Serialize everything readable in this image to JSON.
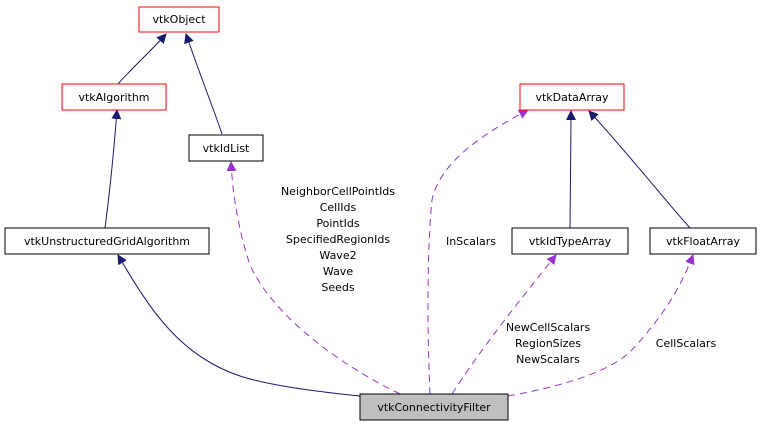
{
  "colors": {
    "inherit_edge": "#191970",
    "usage_edge": "#9a32cd",
    "external_border": "#ff0000",
    "normal_border": "#000000",
    "focus_fill": "#bfbfbf",
    "node_fill": "#ffffff"
  },
  "nodes": {
    "vtkObject": "vtkObject",
    "vtkAlgorithm": "vtkAlgorithm",
    "vtkIdList": "vtkIdList",
    "vtkUnstructuredGridAlgorithm": "vtkUnstructuredGridAlgorithm",
    "vtkDataArray": "vtkDataArray",
    "vtkIdTypeArray": "vtkIdTypeArray",
    "vtkFloatArray": "vtkFloatArray",
    "vtkConnectivityFilter": "vtkConnectivityFilter"
  },
  "edge_labels": {
    "idlist": [
      "NeighborCellPointIds",
      "CellIds",
      "PointIds",
      "SpecifiedRegionIds",
      "Wave2",
      "Wave",
      "Seeds"
    ],
    "dataarray": [
      "InScalars"
    ],
    "idtypearray": [
      "NewCellScalars",
      "RegionSizes",
      "NewScalars"
    ],
    "floatarray": [
      "CellScalars"
    ]
  }
}
